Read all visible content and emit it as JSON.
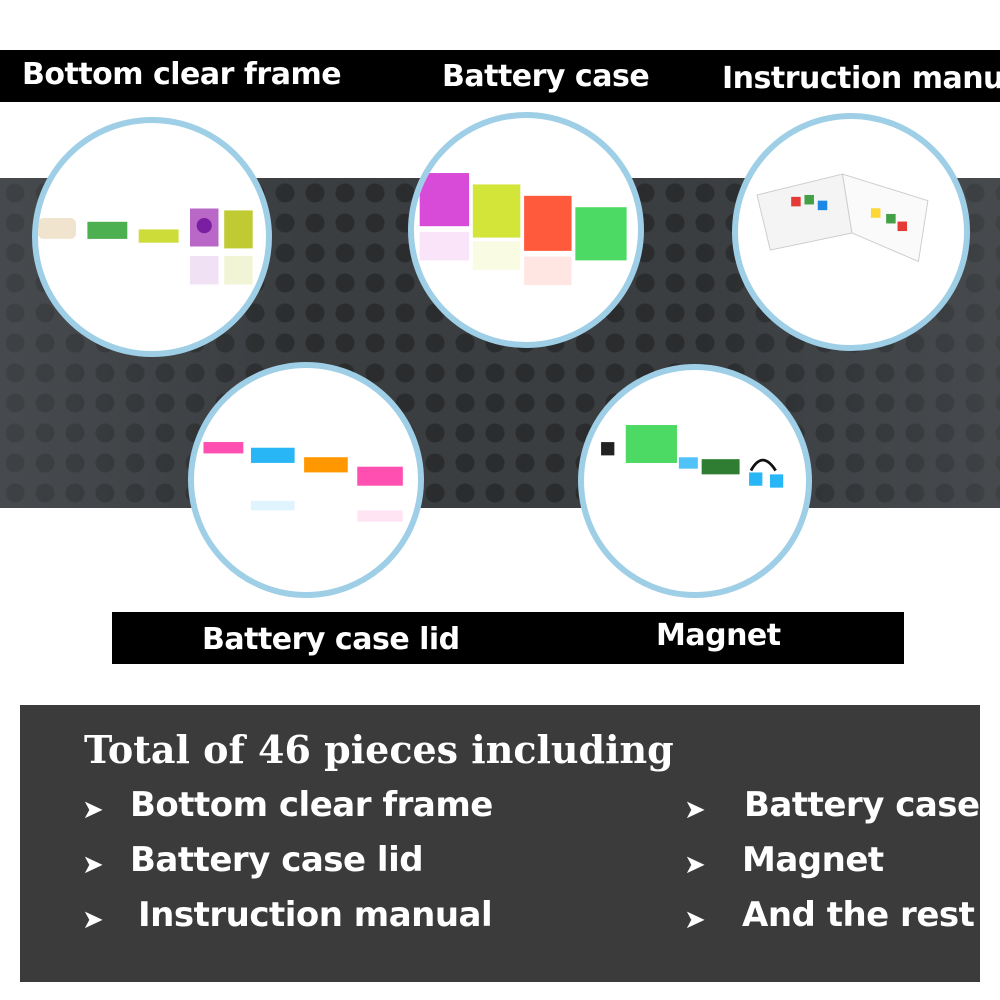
{
  "top_labels": {
    "bottom_clear_frame": "Bottom clear frame",
    "battery_case": "Battery case",
    "instruction_manual": "Instruction manual"
  },
  "bottom_labels": {
    "battery_case_lid": "Battery case lid",
    "magnet": "Magnet"
  },
  "summary": {
    "title": "Total of 46 pieces including",
    "left_items": [
      "Bottom clear frame",
      "Battery case lid",
      "Instruction manual"
    ],
    "right_items": [
      "Battery case",
      "Magnet",
      "And the rest"
    ],
    "bullet": "➤"
  },
  "colors": {
    "circle_border": "#9ecfe6",
    "band": "#3b3e41",
    "panel": "#3b3b3b"
  }
}
